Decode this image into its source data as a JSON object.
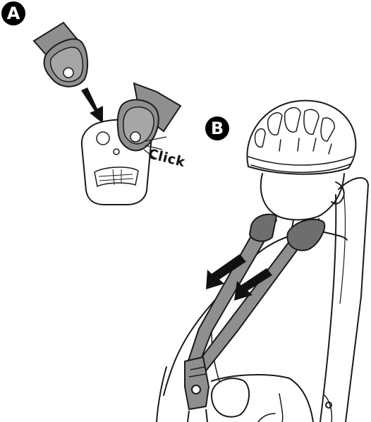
{
  "step_a": {
    "badge_label": "A"
  },
  "step_b": {
    "badge_label": "B"
  },
  "callout": {
    "click_label": "Click"
  },
  "colors": {
    "strap": "#8f8f8f",
    "strap_dark": "#6e6e6e",
    "outline": "#1a1a1a",
    "arrow": "#111111",
    "background": "#ffffff"
  }
}
